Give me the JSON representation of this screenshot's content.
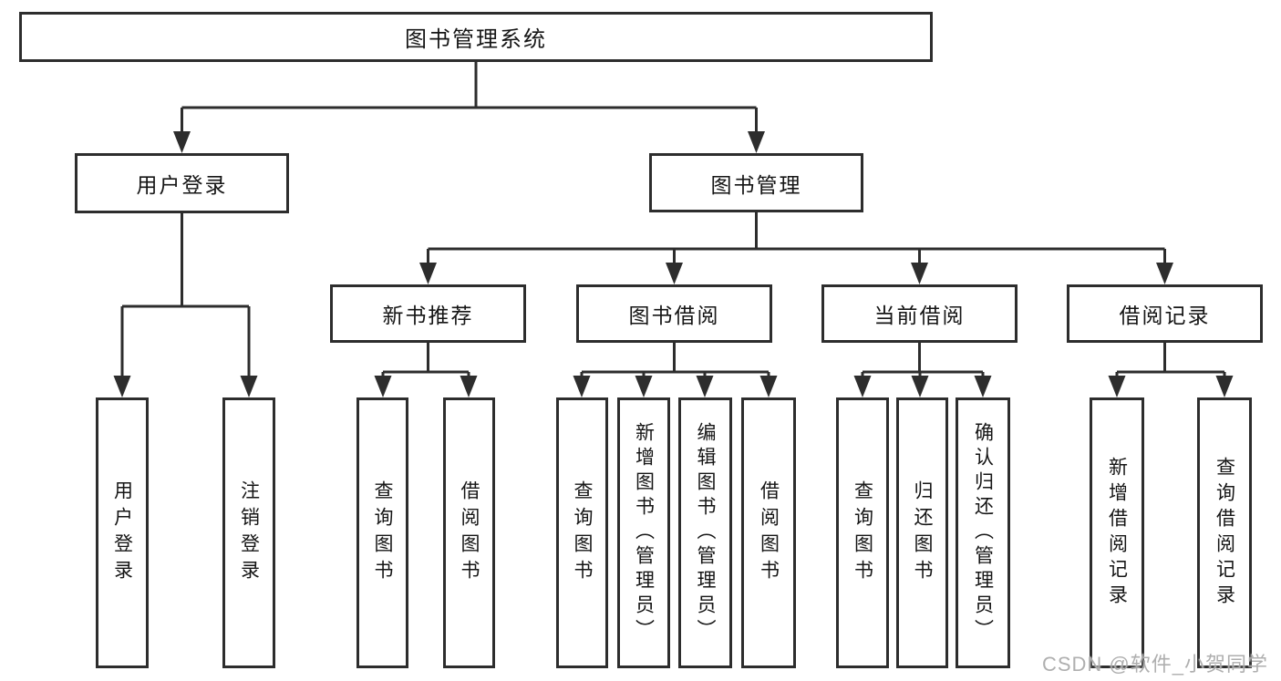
{
  "diagram": {
    "type": "hierarchy-tree",
    "root": {
      "label": "图书管理系统"
    },
    "branches": [
      {
        "label": "用户登录",
        "children": [
          "用户登录",
          "注销登录"
        ]
      },
      {
        "label": "图书管理",
        "sections": [
          {
            "label": "新书推荐",
            "children": [
              "查询图书",
              "借阅图书"
            ]
          },
          {
            "label": "图书借阅",
            "children": [
              "查询图书",
              "新增图书（管理员）",
              "编辑图书（管理员）",
              "借阅图书"
            ]
          },
          {
            "label": "当前借阅",
            "children": [
              "查询图书",
              "归还图书",
              "确认归还（管理员）"
            ]
          },
          {
            "label": "借阅记录",
            "children": [
              "新增借阅记录",
              "查询借阅记录"
            ]
          }
        ]
      }
    ],
    "colors": {
      "line": "#2d2d2d",
      "box_border": "#2d2d2d",
      "text": "#151515",
      "background": "#ffffff",
      "watermark": "#a8a8a8"
    }
  },
  "watermark": {
    "text": "CSDN @软件_小贺同学"
  }
}
